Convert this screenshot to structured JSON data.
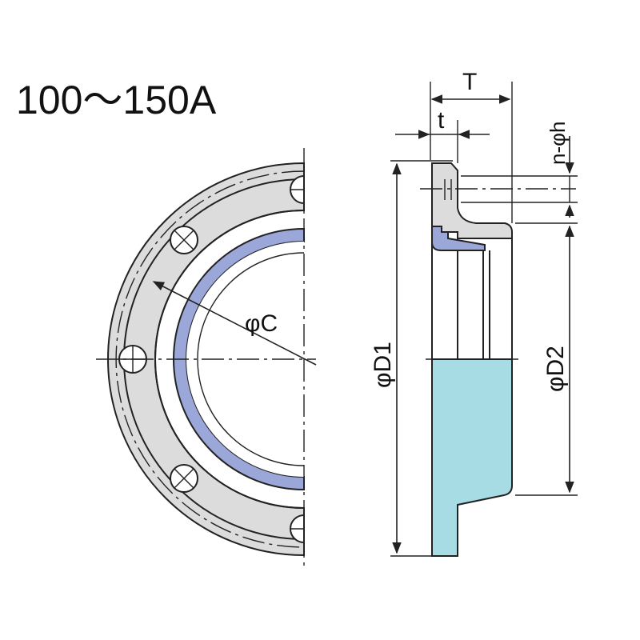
{
  "title": "100〜150A",
  "labels": {
    "pitch_diameter": "φC",
    "outer_diameter": "φD1",
    "inner_diameter": "φD2",
    "overall_thickness": "T",
    "flange_thickness": "t",
    "bolt_holes": "n-φh"
  },
  "colors": {
    "flange": "#dcdcdc",
    "gasket": "#9aa7d8",
    "lining": "#a8dce4",
    "line": "#222222"
  }
}
